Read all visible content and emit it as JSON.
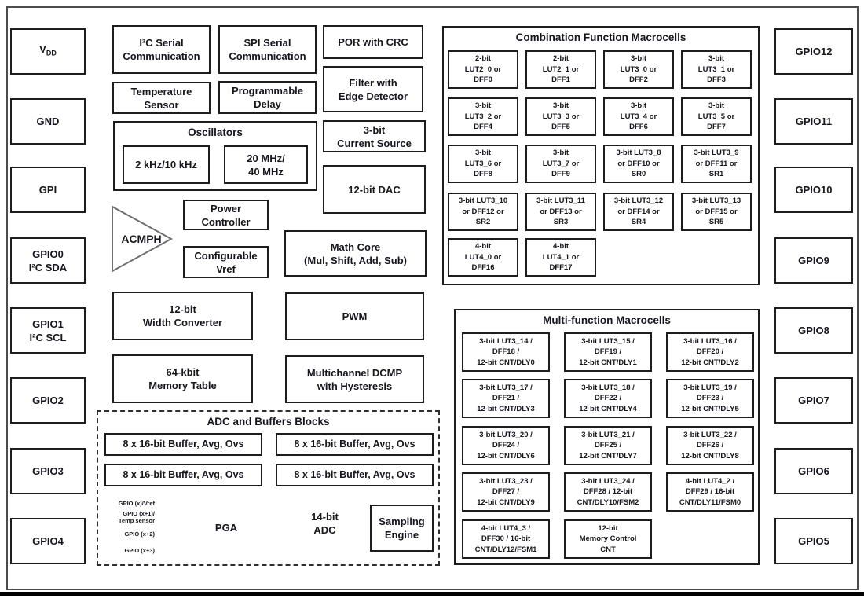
{
  "colors": {
    "box_border": "#1d1d1d",
    "outer_border": "#4c4c4c",
    "text": "#16161e",
    "bottom_bar": "#000000",
    "analog_outline": "#4d4d4d"
  },
  "pins": {
    "left": [
      {
        "id": "vdd",
        "main": "V",
        "sub": "DD"
      },
      {
        "id": "gnd",
        "lines": [
          "GND"
        ]
      },
      {
        "id": "gpi",
        "lines": [
          "GPI"
        ]
      },
      {
        "id": "gpio0",
        "lines": [
          "GPIO0",
          "I²C SDA"
        ]
      },
      {
        "id": "gpio1",
        "lines": [
          "GPIO1",
          "I²C SCL"
        ]
      },
      {
        "id": "gpio2",
        "lines": [
          "GPIO2"
        ]
      },
      {
        "id": "gpio3",
        "lines": [
          "GPIO3"
        ]
      },
      {
        "id": "gpio4",
        "lines": [
          "GPIO4"
        ]
      }
    ],
    "right": [
      {
        "id": "gpio12",
        "lines": [
          "GPIO12"
        ]
      },
      {
        "id": "gpio11",
        "lines": [
          "GPIO11"
        ]
      },
      {
        "id": "gpio10",
        "lines": [
          "GPIO10"
        ]
      },
      {
        "id": "gpio9",
        "lines": [
          "GPIO9"
        ]
      },
      {
        "id": "gpio8",
        "lines": [
          "GPIO8"
        ]
      },
      {
        "id": "gpio7",
        "lines": [
          "GPIO7"
        ]
      },
      {
        "id": "gpio6",
        "lines": [
          "GPIO6"
        ]
      },
      {
        "id": "gpio5",
        "lines": [
          "GPIO5"
        ]
      }
    ]
  },
  "blocks": {
    "i2c": [
      "I²C Serial",
      "Communication"
    ],
    "spi": [
      "SPI Serial",
      "Communication"
    ],
    "por": [
      "POR with CRC"
    ],
    "temp_sensor": [
      "Temperature",
      "Sensor"
    ],
    "prog_delay": [
      "Programmable",
      "Delay"
    ],
    "filter": [
      "Filter with",
      "Edge Detector"
    ],
    "current_source": [
      "3-bit",
      "Current Source"
    ],
    "dac": [
      "12-bit DAC"
    ],
    "power_controller": [
      "Power",
      "Controller"
    ],
    "config_vref": [
      "Configurable",
      "Vref"
    ],
    "math_core": [
      "Math Core",
      "(Mul, Shift, Add, Sub)"
    ],
    "width_converter": [
      "12-bit",
      "Width Converter"
    ],
    "pwm": [
      "PWM"
    ],
    "memory_table": [
      "64-kbit",
      "Memory Table"
    ],
    "dcmp": [
      "Multichannel DCMP",
      "with Hysteresis"
    ],
    "acmph": "ACMPH"
  },
  "oscillators": {
    "title": "Oscillators",
    "low": [
      "2 kHz/10 kHz"
    ],
    "high": [
      "20 MHz/",
      "40 MHz"
    ]
  },
  "adc_section": {
    "title": "ADC and Buffers Blocks",
    "buffers": [
      "8 x 16-bit Buffer, Avg, Ovs",
      "8 x 16-bit Buffer, Avg, Ovs",
      "8 x 16-bit Buffer, Avg, Ovs",
      "8 x 16-bit Buffer, Avg, Ovs"
    ],
    "inputs": [
      {
        "lines": [
          "GPIO (x)/Vref"
        ]
      },
      {
        "lines": [
          "GPIO (x+1)/",
          "Temp sensor"
        ]
      },
      {
        "lines": [
          "GPIO (x+2)"
        ]
      },
      {
        "lines": [
          "GPIO (x+3)"
        ]
      }
    ],
    "pga": "PGA",
    "adc": [
      "14-bit",
      "ADC"
    ],
    "sampling_engine": [
      "Sampling",
      "Engine"
    ]
  },
  "combination": {
    "title": "Combination Function Macrocells",
    "cells": [
      {
        "r": 0,
        "c": 0,
        "lines": [
          "2-bit",
          "LUT2_0 or",
          "DFF0"
        ]
      },
      {
        "r": 0,
        "c": 1,
        "lines": [
          "2-bit",
          "LUT2_1 or",
          "DFF1"
        ]
      },
      {
        "r": 0,
        "c": 2,
        "lines": [
          "3-bit",
          "LUT3_0 or",
          "DFF2"
        ]
      },
      {
        "r": 0,
        "c": 3,
        "lines": [
          "3-bit",
          "LUT3_1 or",
          "DFF3"
        ]
      },
      {
        "r": 1,
        "c": 0,
        "lines": [
          "3-bit",
          "LUT3_2 or",
          "DFF4"
        ]
      },
      {
        "r": 1,
        "c": 1,
        "lines": [
          "3-bit",
          "LUT3_3 or",
          "DFF5"
        ]
      },
      {
        "r": 1,
        "c": 2,
        "lines": [
          "3-bit",
          "LUT3_4 or",
          "DFF6"
        ]
      },
      {
        "r": 1,
        "c": 3,
        "lines": [
          "3-bit",
          "LUT3_5 or",
          "DFF7"
        ]
      },
      {
        "r": 2,
        "c": 0,
        "lines": [
          "3-bit",
          "LUT3_6 or",
          "DFF8"
        ]
      },
      {
        "r": 2,
        "c": 1,
        "lines": [
          "3-bit",
          "LUT3_7 or",
          "DFF9"
        ]
      },
      {
        "r": 2,
        "c": 2,
        "lines": [
          "3-bit LUT3_8",
          "or DFF10 or",
          "SR0"
        ]
      },
      {
        "r": 2,
        "c": 3,
        "lines": [
          "3-bit LUT3_9",
          "or DFF11 or",
          "SR1"
        ]
      },
      {
        "r": 3,
        "c": 0,
        "lines": [
          "3-bit LUT3_10",
          "or DFF12 or",
          "SR2"
        ]
      },
      {
        "r": 3,
        "c": 1,
        "lines": [
          "3-bit LUT3_11",
          "or DFF13 or",
          "SR3"
        ]
      },
      {
        "r": 3,
        "c": 2,
        "lines": [
          "3-bit LUT3_12",
          "or DFF14 or",
          "SR4"
        ]
      },
      {
        "r": 3,
        "c": 3,
        "lines": [
          "3-bit LUT3_13",
          "or DFF15 or",
          "SR5"
        ]
      },
      {
        "r": 4,
        "c": 0,
        "lines": [
          "4-bit",
          "LUT4_0 or",
          "DFF16"
        ]
      },
      {
        "r": 4,
        "c": 1,
        "lines": [
          "4-bit",
          "LUT4_1 or",
          "DFF17"
        ]
      }
    ]
  },
  "multifunction": {
    "title": "Multi-function Macrocells",
    "cells": [
      {
        "r": 0,
        "c": 0,
        "lines": [
          "3-bit LUT3_14 /",
          "DFF18 /",
          "12-bit CNT/DLY0"
        ]
      },
      {
        "r": 0,
        "c": 1,
        "lines": [
          "3-bit LUT3_15 /",
          "DFF19 /",
          "12-bit CNT/DLY1"
        ]
      },
      {
        "r": 0,
        "c": 2,
        "lines": [
          "3-bit LUT3_16 /",
          "DFF20 /",
          "12-bit CNT/DLY2"
        ]
      },
      {
        "r": 1,
        "c": 0,
        "lines": [
          "3-bit LUT3_17 /",
          "DFF21 /",
          "12-bit CNT/DLY3"
        ]
      },
      {
        "r": 1,
        "c": 1,
        "lines": [
          "3-bit LUT3_18 /",
          "DFF22 /",
          "12-bit CNT/DLY4"
        ]
      },
      {
        "r": 1,
        "c": 2,
        "lines": [
          "3-bit LUT3_19 /",
          "DFF23 /",
          "12-bit CNT/DLY5"
        ]
      },
      {
        "r": 2,
        "c": 0,
        "lines": [
          "3-bit LUT3_20 /",
          "DFF24 /",
          "12-bit CNT/DLY6"
        ]
      },
      {
        "r": 2,
        "c": 1,
        "lines": [
          "3-bit LUT3_21 /",
          "DFF25 /",
          "12-bit CNT/DLY7"
        ]
      },
      {
        "r": 2,
        "c": 2,
        "lines": [
          "3-bit LUT3_22 /",
          "DFF26 /",
          "12-bit CNT/DLY8"
        ]
      },
      {
        "r": 3,
        "c": 0,
        "lines": [
          "3-bit LUT3_23 /",
          "DFF27 /",
          "12-bit CNT/DLY9"
        ]
      },
      {
        "r": 3,
        "c": 1,
        "lines": [
          "3-bit LUT3_24 /",
          "DFF28 / 12-bit",
          "CNT/DLY10/FSM2"
        ]
      },
      {
        "r": 3,
        "c": 2,
        "lines": [
          "4-bit LUT4_2 /",
          "DFF29 / 16-bit",
          "CNT/DLY11/FSM0"
        ]
      },
      {
        "r": 4,
        "c": 0,
        "lines": [
          "4-bit LUT4_3 /",
          "DFF30 / 16-bit",
          "CNT/DLY12/FSM1"
        ]
      },
      {
        "r": 4,
        "c": 1,
        "lines": [
          "12-bit",
          "Memory Control",
          "CNT"
        ]
      }
    ]
  }
}
